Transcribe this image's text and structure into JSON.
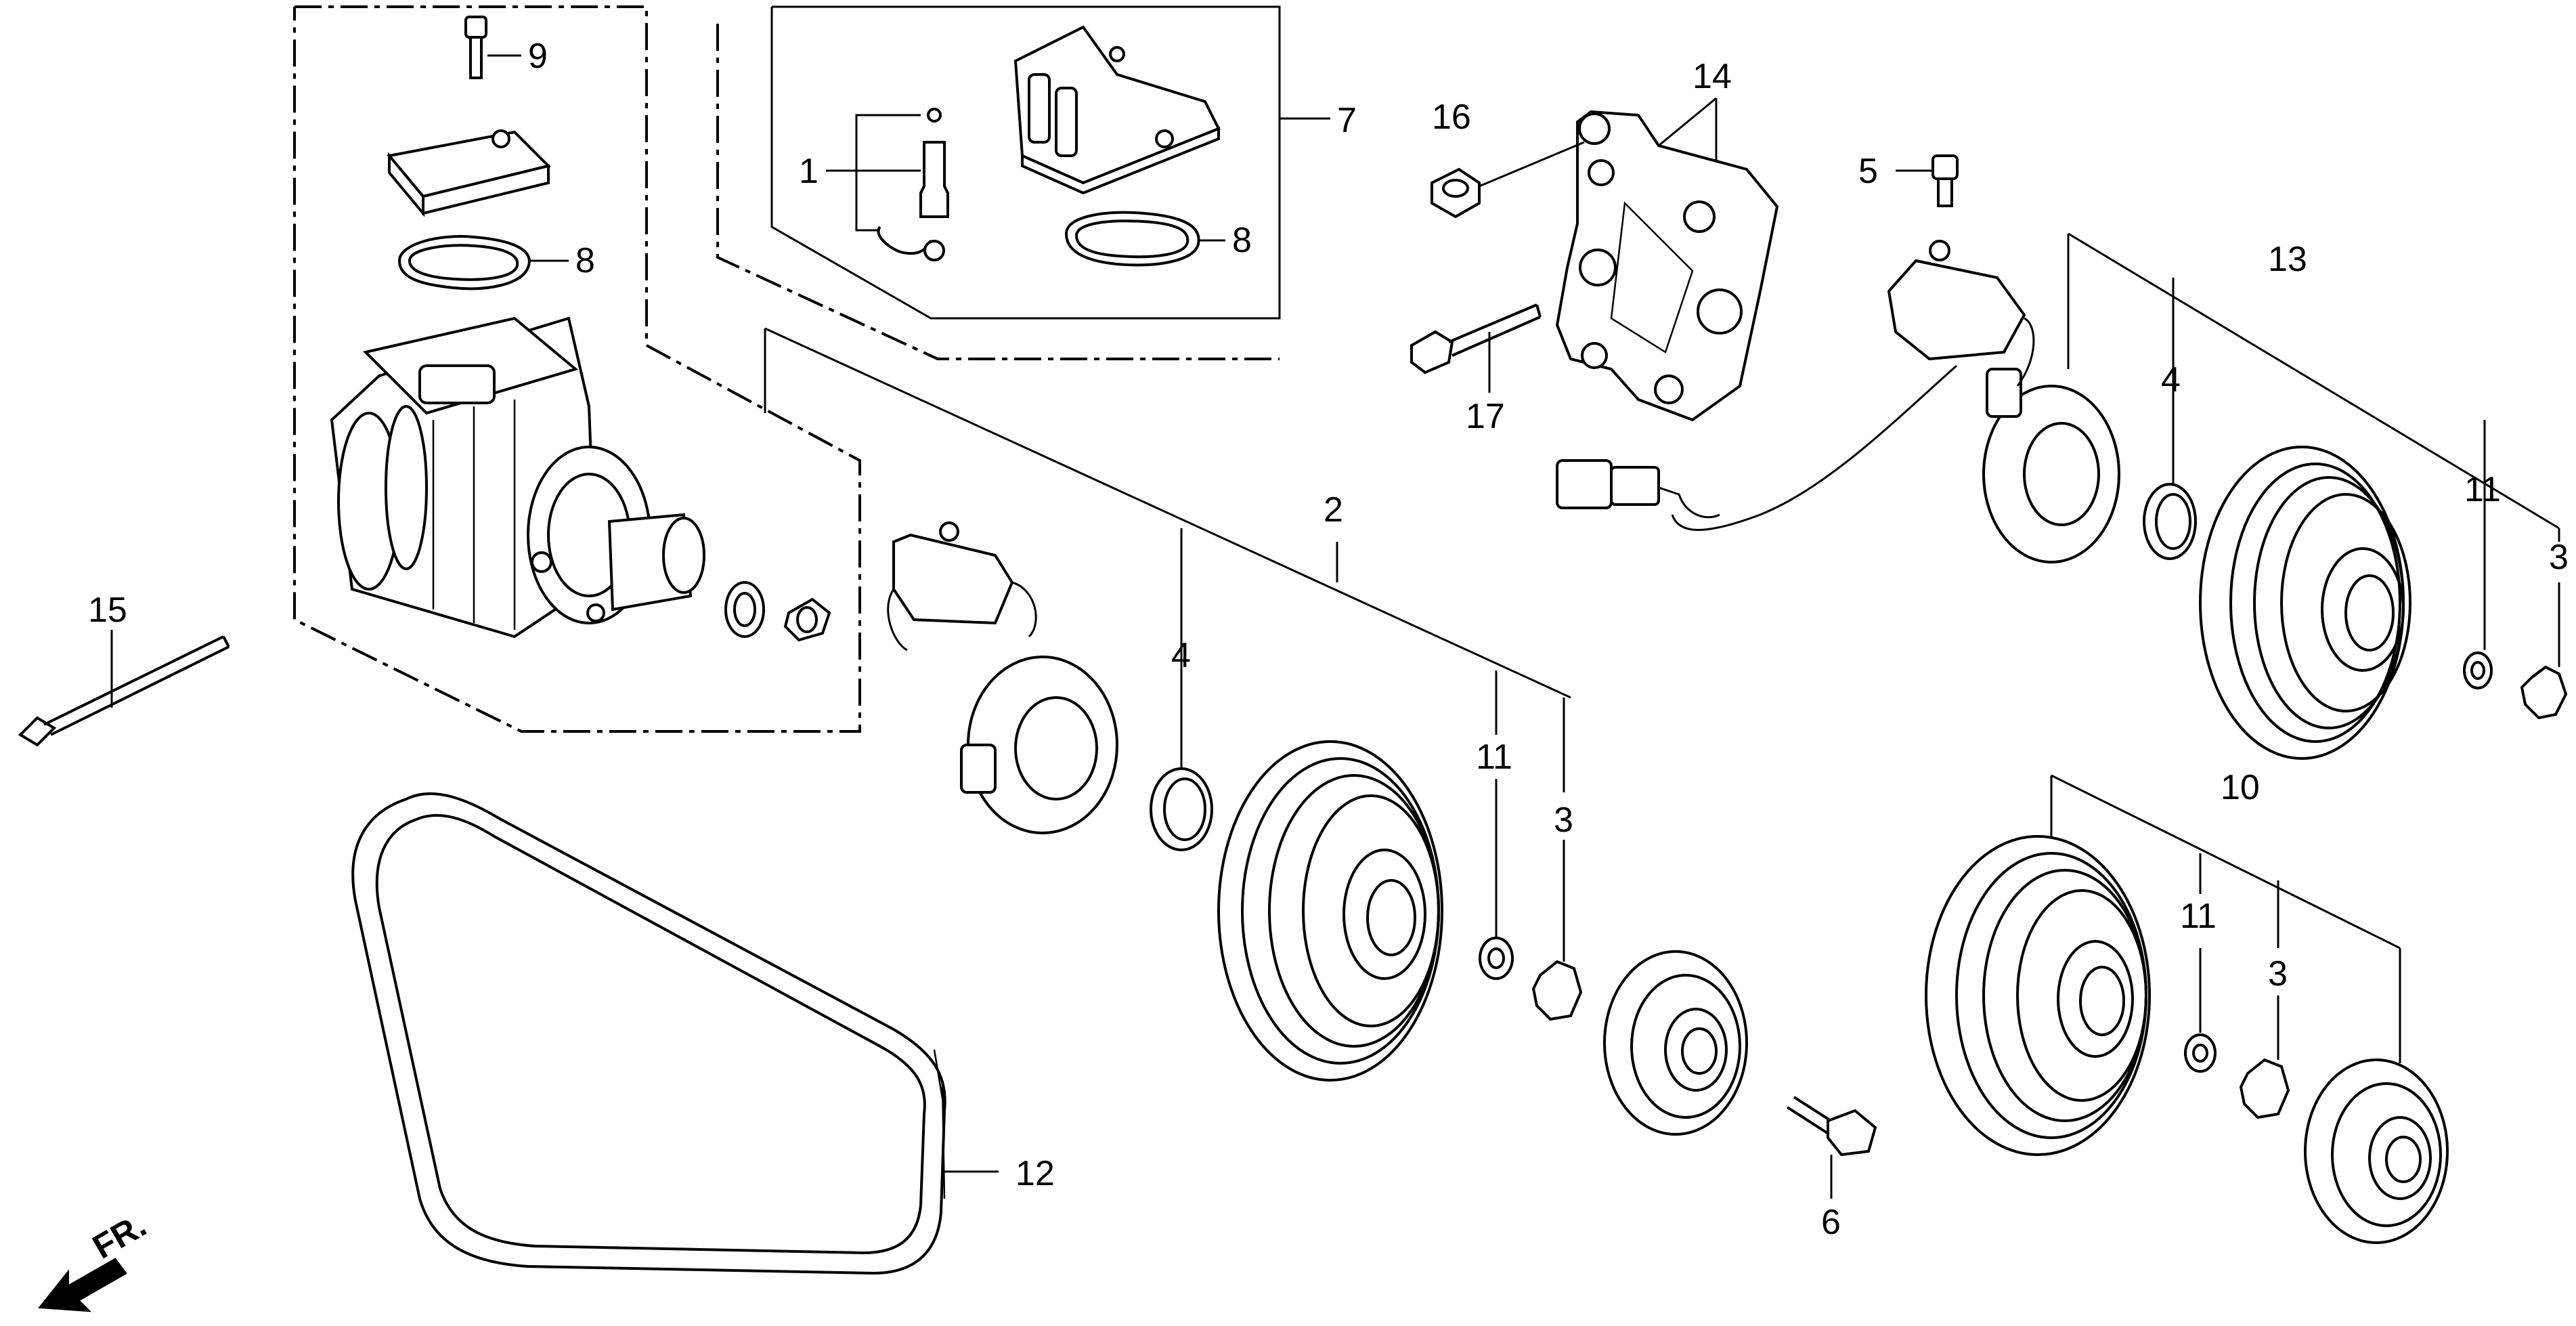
{
  "callouts": [
    {
      "id": "c1",
      "text": "1"
    },
    {
      "id": "c2",
      "text": "2"
    },
    {
      "id": "c3a",
      "text": "3"
    },
    {
      "id": "c3b",
      "text": "3"
    },
    {
      "id": "c3c",
      "text": "3"
    },
    {
      "id": "c4a",
      "text": "4"
    },
    {
      "id": "c4b",
      "text": "4"
    },
    {
      "id": "c5",
      "text": "5"
    },
    {
      "id": "c6",
      "text": "6"
    },
    {
      "id": "c7",
      "text": "7"
    },
    {
      "id": "c8a",
      "text": "8"
    },
    {
      "id": "c8b",
      "text": "8"
    },
    {
      "id": "c9",
      "text": "9"
    },
    {
      "id": "c10",
      "text": "10"
    },
    {
      "id": "c11a",
      "text": "11"
    },
    {
      "id": "c11b",
      "text": "11"
    },
    {
      "id": "c11c",
      "text": "11"
    },
    {
      "id": "c12",
      "text": "12"
    },
    {
      "id": "c13",
      "text": "13"
    },
    {
      "id": "c14",
      "text": "14"
    },
    {
      "id": "c15",
      "text": "15"
    },
    {
      "id": "c16",
      "text": "16"
    },
    {
      "id": "c17",
      "text": "17"
    }
  ],
  "direction_indicator": {
    "text": "FR."
  },
  "style": {
    "ink": "#000000",
    "background": "#ffffff"
  }
}
